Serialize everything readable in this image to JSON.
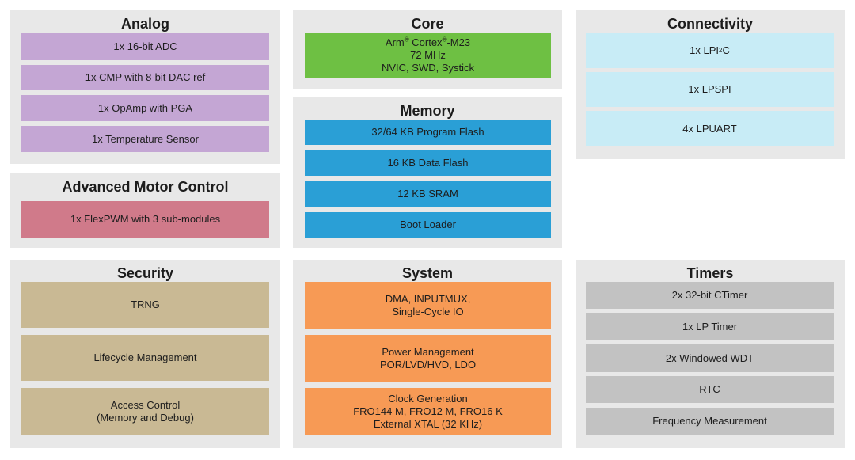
{
  "colors": {
    "panel": "#e8e8e8",
    "analog": "#c4a6d4",
    "motor": "#d07a8a",
    "core": "#6ec043",
    "memory": "#2a9fd6",
    "connectivity": "#c8ecf6",
    "security": "#c9b994",
    "system": "#f79a55",
    "timers": "#c2c2c2"
  },
  "analog": {
    "title": "Analog",
    "items": [
      "1x 16-bit ADC",
      "1x CMP with 8-bit DAC ref",
      "1x OpAmp with PGA",
      "1x Temperature Sensor"
    ]
  },
  "motor": {
    "title": "Advanced Motor Control",
    "items": [
      "1x FlexPWM with 3 sub-modules"
    ]
  },
  "core": {
    "title": "Core",
    "line1_pre": "Arm",
    "line1_mid": " Cortex",
    "line1_post": "-M23",
    "reg": "®",
    "line2": "72 MHz",
    "line3": "NVIC, SWD, Systick"
  },
  "memory": {
    "title": "Memory",
    "items": [
      "32/64 KB Program Flash",
      "16 KB Data Flash",
      "12 KB SRAM",
      "Boot Loader"
    ]
  },
  "connectivity": {
    "title": "Connectivity",
    "lpi2c_pre": "1x LPI",
    "lpi2c_sup": "2",
    "lpi2c_post": "C",
    "items": [
      "1x LPSPI",
      "4x LPUART"
    ]
  },
  "security": {
    "title": "Security",
    "trng": "TRNG",
    "lifecycle": "Lifecycle Management",
    "access_l1": "Access Control",
    "access_l2": "(Memory and Debug)"
  },
  "system": {
    "title": "System",
    "dma_l1": "DMA, INPUTMUX,",
    "dma_l2": "Single-Cycle IO",
    "power_l1": "Power Management",
    "power_l2": "POR/LVD/HVD, LDO",
    "clock_l1": "Clock Generation",
    "clock_l2": "FRO144 M, FRO12 M, FRO16 K",
    "clock_l3": "External XTAL (32 KHz)"
  },
  "timers": {
    "title": "Timers",
    "items": [
      "2x 32-bit CTimer",
      "1x LP Timer",
      "2x Windowed WDT",
      "RTC",
      "Frequency Measurement"
    ]
  }
}
